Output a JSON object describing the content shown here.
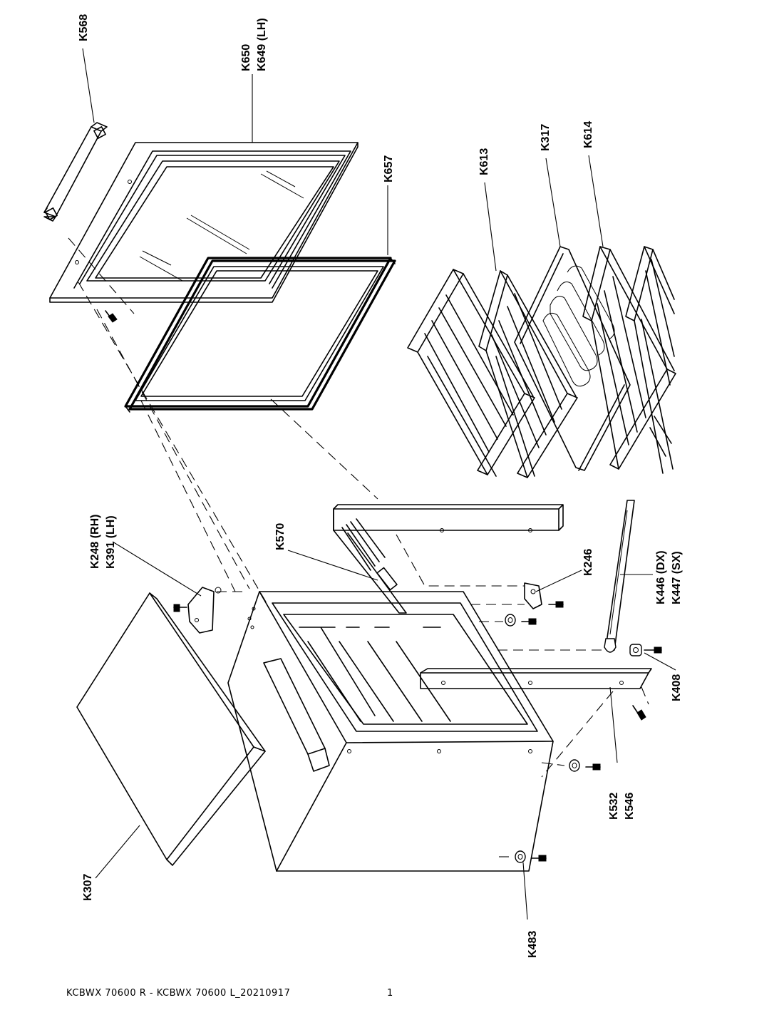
{
  "labels": {
    "k568": "K568",
    "k650": "K650",
    "k649": "K649 (LH)",
    "k657": "K657",
    "k613": "K613",
    "k317": "K317",
    "k614": "K614",
    "k248": "K248 (RH)",
    "k391": "K391 (LH)",
    "k570": "K570",
    "k246": "K246",
    "k446": "K446 (DX)",
    "k447": "K447 (SX)",
    "k408": "K408",
    "k532": "K532",
    "k546": "K546",
    "k307": "K307",
    "k483": "K483"
  },
  "footer": {
    "model": "KCBWX 70600 R - KCBWX 70600 L_20210917",
    "page": "1"
  }
}
